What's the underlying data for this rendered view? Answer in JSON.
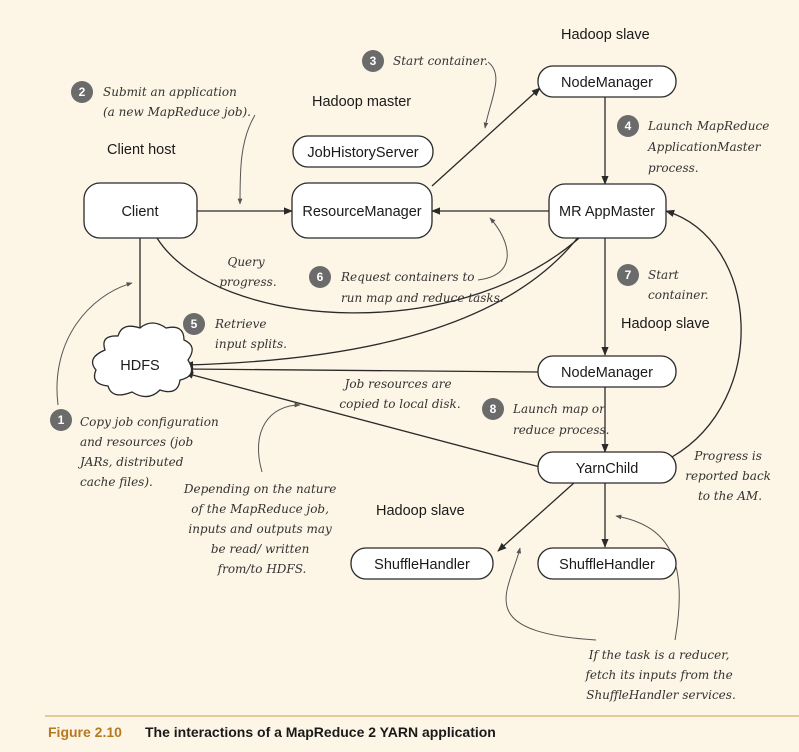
{
  "nodes": {
    "client": "Client",
    "resource_manager": "ResourceManager",
    "job_history_server": "JobHistoryServer",
    "node_manager_top": "NodeManager",
    "mr_app_master": "MR AppMaster",
    "node_manager_mid": "NodeManager",
    "yarn_child": "YarnChild",
    "shuffle_left": "ShuffleHandler",
    "shuffle_right": "ShuffleHandler",
    "hdfs": "HDFS"
  },
  "group_labels": {
    "hadoop_slave_top": "Hadoop slave",
    "hadoop_master": "Hadoop master",
    "client_host": "Client host",
    "hadoop_slave_mid": "Hadoop slave",
    "hadoop_slave_bottom": "Hadoop slave"
  },
  "steps": [
    {
      "num": "1",
      "lines": [
        "Copy job configuration",
        "and resources (job",
        "JARs, distributed",
        "cache files)."
      ]
    },
    {
      "num": "2",
      "lines": [
        "Submit an application",
        "(a new MapReduce job)."
      ]
    },
    {
      "num": "3",
      "lines": [
        "Start container."
      ]
    },
    {
      "num": "4",
      "lines": [
        "Launch MapReduce",
        "ApplicationMaster",
        "process."
      ]
    },
    {
      "num": "5",
      "lines": [
        "Retrieve",
        "input splits."
      ]
    },
    {
      "num": "6",
      "lines": [
        "Request containers to",
        "run map and reduce tasks."
      ]
    },
    {
      "num": "7",
      "lines": [
        "Start",
        "container."
      ]
    },
    {
      "num": "8",
      "lines": [
        "Launch map or",
        "reduce process."
      ]
    }
  ],
  "notes": {
    "query_progress": [
      "Query",
      "progress."
    ],
    "job_resources": [
      "Job resources are",
      "copied to local disk."
    ],
    "depending": [
      "Depending on the nature",
      "of the MapReduce job,",
      "inputs and outputs may",
      "be read/ written",
      "from/to HDFS."
    ],
    "progress_reported": [
      "Progress is",
      "reported back",
      "to the AM."
    ],
    "reducer_fetch": [
      "If the task is a reducer,",
      "fetch its inputs from the",
      "ShuffleHandler services."
    ]
  },
  "caption": {
    "number": "Figure 2.10",
    "text": "The interactions of a MapReduce 2 YARN application"
  }
}
